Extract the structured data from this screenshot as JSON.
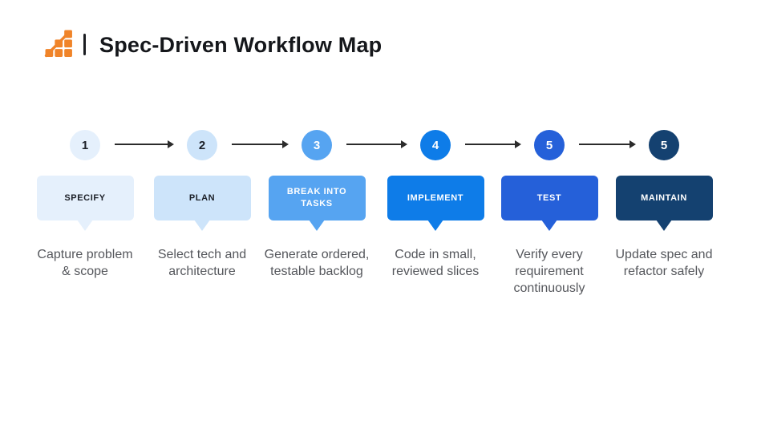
{
  "header": {
    "logo_icon": "growth-bar-chart-icon",
    "logo_color": "#F08429",
    "title": "Spec-Driven Workflow Map",
    "title_color": "#15171B"
  },
  "arrow_color": "#2B2B2B",
  "steps": [
    {
      "number": "1",
      "label": "SPECIFY",
      "description": "Capture problem\n& scope",
      "color": "#E5F0FC",
      "text_color": "#1B1F27"
    },
    {
      "number": "2",
      "label": "PLAN",
      "description": "Select tech and\narchitecture",
      "color": "#CDE4FA",
      "text_color": "#1B1F27"
    },
    {
      "number": "3",
      "label": "BREAK INTO\nTASKS",
      "description": "Generate ordered,\ntestable backlog",
      "color": "#56A4F1",
      "text_color": "#FFFFFF"
    },
    {
      "number": "4",
      "label": "IMPLEMENT",
      "description": "Code in small,\nreviewed slices",
      "color": "#0E7CE8",
      "text_color": "#FFFFFF"
    },
    {
      "number": "5",
      "label": "TEST",
      "description": "Verify every\nrequirement\ncontinuously",
      "color": "#2560D9",
      "text_color": "#FFFFFF"
    },
    {
      "number": "5",
      "label": "MAINTAIN",
      "description": "Update spec and\nrefactor safely",
      "color": "#144170",
      "text_color": "#FFFFFF"
    }
  ]
}
